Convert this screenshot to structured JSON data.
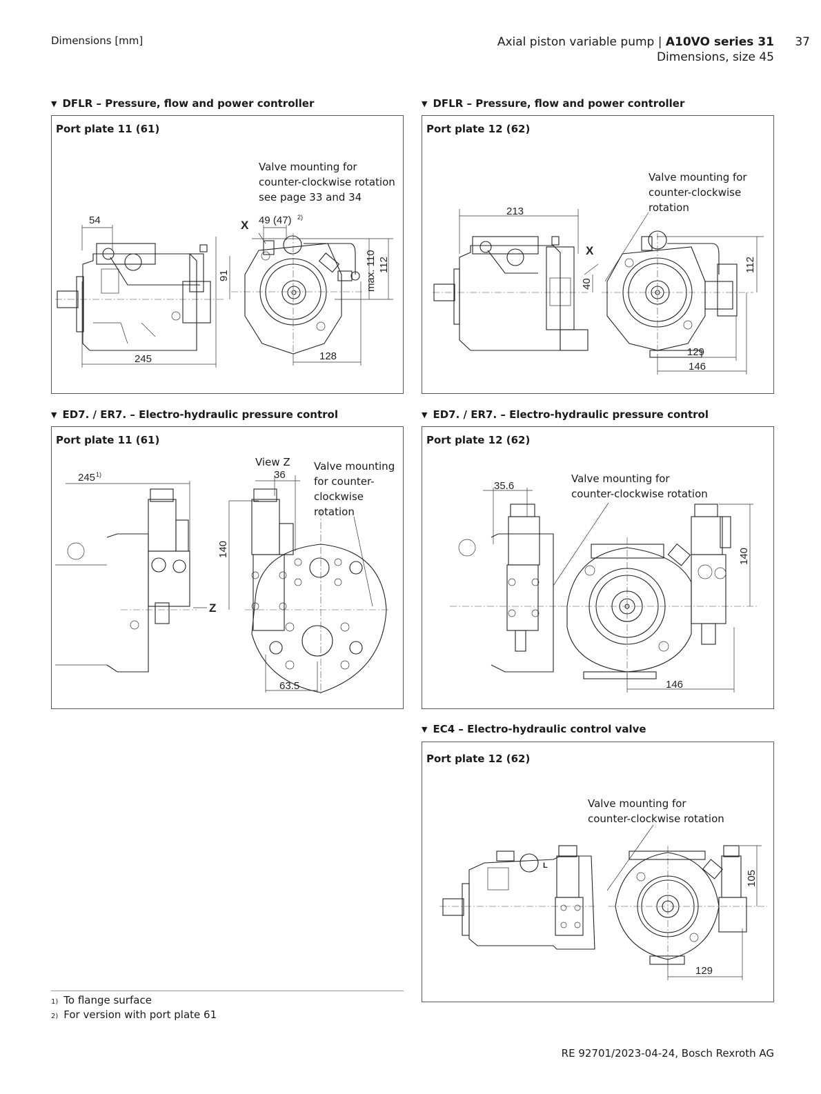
{
  "header": {
    "left": "Dimensions [mm]",
    "title_prefix": "Axial piston variable pump | ",
    "title_bold": "A10VO series 31",
    "page_number": "37",
    "subtitle": "Dimensions, size 45"
  },
  "sections": [
    {
      "title": "DFLR – Pressure, flow and power controller",
      "port_plate": "Port plate 11 (61)",
      "note": [
        "Valve mounting for",
        "counter-clockwise rotation",
        "see page 33 and 34"
      ],
      "dimensions": {
        "a": "54",
        "b": "49 (47)",
        "b_sup": "2)",
        "c": "91",
        "d": "max. 110",
        "e": "112",
        "f": "245",
        "g": "128",
        "port": "X"
      }
    },
    {
      "title": "DFLR – Pressure, flow and power controller",
      "port_plate": "Port plate 12 (62)",
      "note": [
        "Valve mounting for",
        "counter-clockwise",
        "rotation"
      ],
      "dimensions": {
        "a": "213",
        "b": "40",
        "c": "112",
        "d": "129",
        "e": "146",
        "port": "X"
      }
    },
    {
      "title": "ED7. / ER7. – Electro-hydraulic pressure control",
      "port_plate": "Port plate 11 (61)",
      "view_label": "View Z",
      "note": [
        "Valve mounting",
        "for counter-",
        "clockwise",
        "rotation"
      ],
      "dimensions": {
        "a": "245",
        "a_sup": "1)",
        "b": "36",
        "c": "140",
        "d": "63.5",
        "view_arrow": "Z"
      }
    },
    {
      "title": "ED7. / ER7. – Electro-hydraulic pressure control",
      "port_plate": "Port plate 12 (62)",
      "note": [
        "Valve mounting for",
        "counter-clockwise rotation"
      ],
      "dimensions": {
        "a": "35.6",
        "b": "140",
        "c": "146"
      }
    },
    {
      "title": "EC4 – Electro-hydraulic control valve",
      "port_plate": "Port plate 12 (62)",
      "note": [
        "Valve mounting for",
        "counter-clockwise rotation"
      ],
      "dimensions": {
        "a": "105",
        "b": "129",
        "port": "L"
      }
    }
  ],
  "footnotes": [
    {
      "marker": "1)",
      "text": "To flange surface"
    },
    {
      "marker": "2)",
      "text": "For version with port plate 61"
    }
  ],
  "footer": "RE 92701/2023-04-24, Bosch Rexroth AG"
}
